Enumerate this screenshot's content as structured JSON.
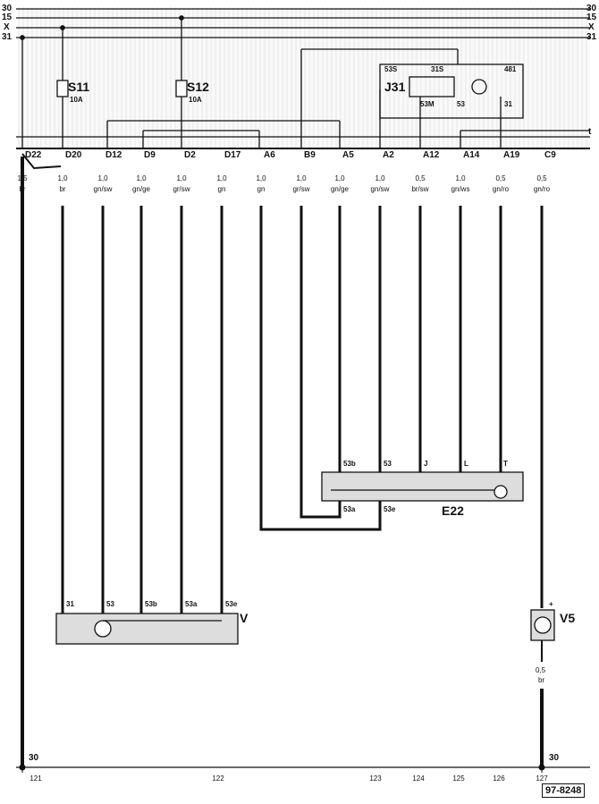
{
  "top_bus": [
    {
      "label": "30"
    },
    {
      "label": "15"
    },
    {
      "label": "X"
    },
    {
      "label": "31"
    }
  ],
  "fuses": [
    {
      "name": "S11",
      "rating": "10A"
    },
    {
      "name": "S12",
      "rating": "10A"
    }
  ],
  "relay": {
    "name": "J31",
    "terminals": [
      "53S",
      "31S",
      "53M",
      "53",
      "481",
      "31"
    ]
  },
  "connectors": [
    {
      "pin": "D22",
      "size": "1,5",
      "color": "br"
    },
    {
      "pin": "D20",
      "size": "1,0",
      "color": "br"
    },
    {
      "pin": "D12",
      "size": "1,0",
      "color": "gn/sw"
    },
    {
      "pin": "D9",
      "size": "1,0",
      "color": "gn/ge"
    },
    {
      "pin": "D2",
      "size": "1,0",
      "color": "gr/sw"
    },
    {
      "pin": "D17",
      "size": "1,0",
      "color": "gn"
    },
    {
      "pin": "A6",
      "size": "1,0",
      "color": "gn"
    },
    {
      "pin": "B9",
      "size": "1,0",
      "color": "gr/sw"
    },
    {
      "pin": "A5",
      "size": "1,0",
      "color": "gn/ge"
    },
    {
      "pin": "A2",
      "size": "1,0",
      "color": "gn/sw"
    },
    {
      "pin": "A12",
      "size": "0,5",
      "color": "br/sw"
    },
    {
      "pin": "A14",
      "size": "1,0",
      "color": "gn/ws"
    },
    {
      "pin": "A19",
      "size": "0,5",
      "color": "gn/ro"
    },
    {
      "pin": "C9",
      "size": "0,5",
      "color": "gn/ro"
    }
  ],
  "switch_e22": {
    "name": "E22",
    "terminals_top": [
      "53b",
      "53",
      "J",
      "L",
      "T"
    ],
    "terminals_bottom": [
      "53a",
      "53e"
    ]
  },
  "motor_v": {
    "name": "V",
    "terminals": [
      "31",
      "53",
      "53b",
      "53a",
      "53e"
    ]
  },
  "pump_v5": {
    "name": "V5",
    "terminal_plus": "+",
    "wire_size": "0,5",
    "wire_color": "br"
  },
  "ground": {
    "left": "30",
    "right": "30"
  },
  "column_numbers": [
    "121",
    "122",
    "123",
    "124",
    "125",
    "126",
    "127"
  ],
  "bus_right_tag": "t",
  "doc_id": "97-8248",
  "colors": {
    "ink": "#111111",
    "background": "#ffffff",
    "zone": "#e8e8e8"
  }
}
